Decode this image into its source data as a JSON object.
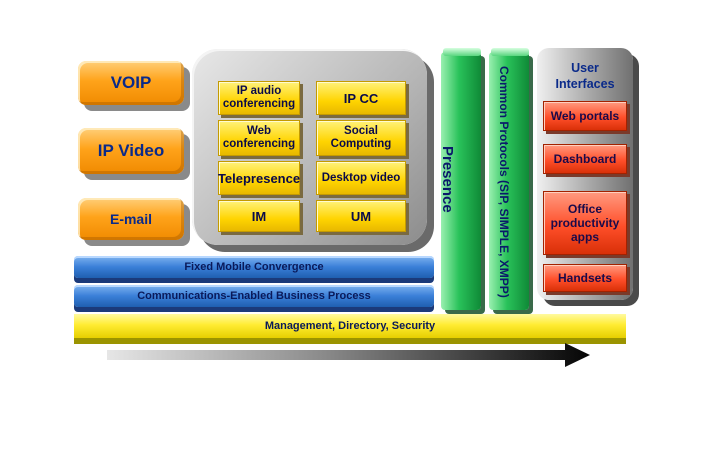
{
  "left_services": [
    "VOIP",
    "IP Video",
    "E-mail"
  ],
  "collab_cells": [
    "IP audio conferencing",
    "IP CC",
    "Web conferencing",
    "Social Computing",
    "Telepresence",
    "Desktop video",
    "IM",
    "UM"
  ],
  "bars": {
    "fmc": "Fixed Mobile Convergence",
    "cebp": "Communications-Enabled Business Process",
    "mgmt": "Management, Directory, Security"
  },
  "pillars": {
    "presence": "Presence",
    "protocols": "Common Protocols (SIP, SIMPLE, XMPP)"
  },
  "user_interfaces": {
    "title": "User Interfaces",
    "items": [
      "Web portals",
      "Dashboard",
      "Office productivity apps",
      "Handsets"
    ]
  },
  "colors": {
    "service_orange": "#ffa31a",
    "cell_yellow": "#ffd400",
    "bar_blue": "#3a7fd8",
    "pillar_green": "#29c25a",
    "ui_red": "#ff4f2a",
    "text_navy": "#0a2a8a"
  }
}
